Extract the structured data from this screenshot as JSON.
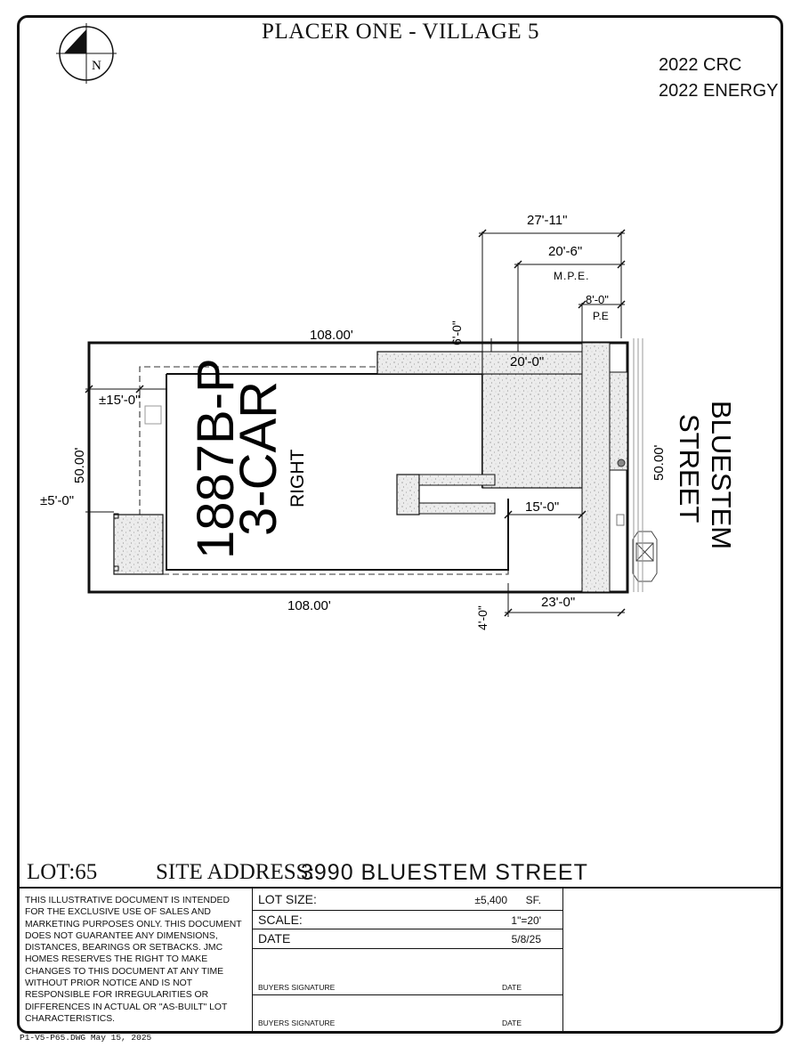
{
  "title": "PLACER ONE - VILLAGE 5",
  "codes": [
    "2022 CRC",
    "2022 ENERGY"
  ],
  "north_letter": "N",
  "plan": {
    "plan_name": "1887B-P",
    "garage": "3-CAR",
    "orientation": "RIGHT",
    "street_name": "BLUESTEM",
    "street_suffix": "STREET",
    "lot_top": "108.00'",
    "lot_bottom": "108.00'",
    "lot_left": "50.00'",
    "lot_right": "50.00'",
    "dim_27_11": "27'-11\"",
    "dim_20_6": "20'-6\"",
    "mpe": "M.P.E.",
    "dim_8_0": "8'-0\"",
    "pe": "P.E",
    "dim_6_0": "6'-0\"",
    "dim_20_0": "20'-0\"",
    "dim_15_0_left": "±15'-0\"",
    "dim_5_0": "±5'-0\"",
    "dim_15_0_right": "15'-0\"",
    "dim_23_0": "23'-0\"",
    "dim_4_0": "4'-0\""
  },
  "lot": "LOT:65",
  "site_address_label": "SITE ADDRESS:",
  "site_address": "3990 BLUESTEM STREET",
  "disclaimer": "THIS ILLUSTRATIVE DOCUMENT IS INTENDED FOR THE EXCLUSIVE USE OF SALES AND MARKETING PURPOSES ONLY. THIS DOCUMENT DOES NOT GUARANTEE ANY DIMENSIONS, DISTANCES, BEARINGS OR SETBACKS. JMC HOMES RESERVES THE RIGHT TO MAKE CHANGES TO THIS DOCUMENT AT ANY TIME WITHOUT PRIOR NOTICE AND IS NOT RESPONSIBLE FOR IRREGULARITIES OR DIFFERENCES IN ACTUAL OR \"AS-BUILT\" LOT CHARACTERISTICS.",
  "title_block": {
    "lot_size_label": "LOT SIZE:",
    "lot_size_value": "±5,400",
    "lot_size_unit": "SF.",
    "scale_label": "SCALE:",
    "scale_value": "1\"=20'",
    "date_label": "DATE",
    "date_value": "5/8/25",
    "buyers_signature": "BUYERS SIGNATURE",
    "date_small": "DATE"
  },
  "footer": "P1-V5-P65.DWG May 15, 2025"
}
